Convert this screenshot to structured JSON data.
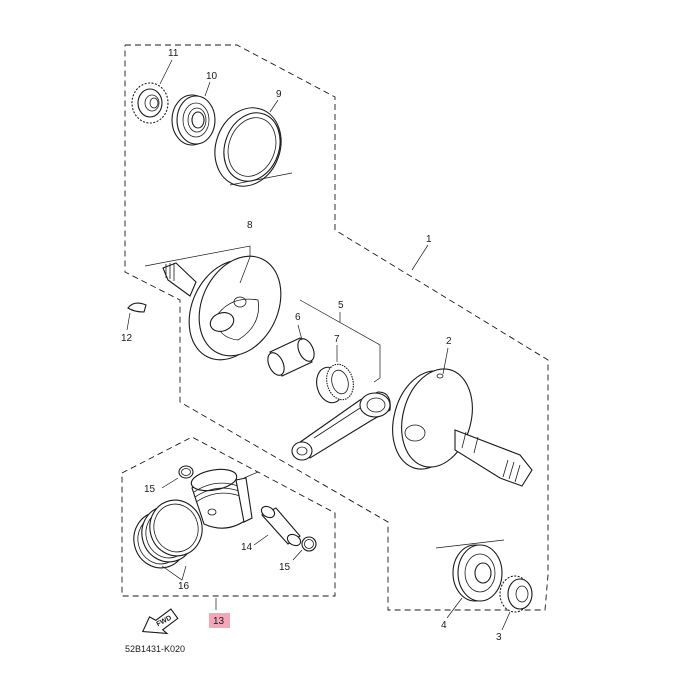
{
  "diagram": {
    "part_labels": {
      "p1": "1",
      "p2": "2",
      "p3": "3",
      "p4": "4",
      "p5": "5",
      "p6": "6",
      "p7": "7",
      "p8": "8",
      "p9": "9",
      "p10": "10",
      "p11": "11",
      "p12": "12",
      "p13": "13",
      "p14": "14",
      "p15a": "15",
      "p15b": "15",
      "p16": "16"
    },
    "fwd_label": "FWD",
    "reference_code": "52B1431-K020",
    "highlight_color": "#f4a7b9",
    "line_color": "#1a1a1a"
  }
}
